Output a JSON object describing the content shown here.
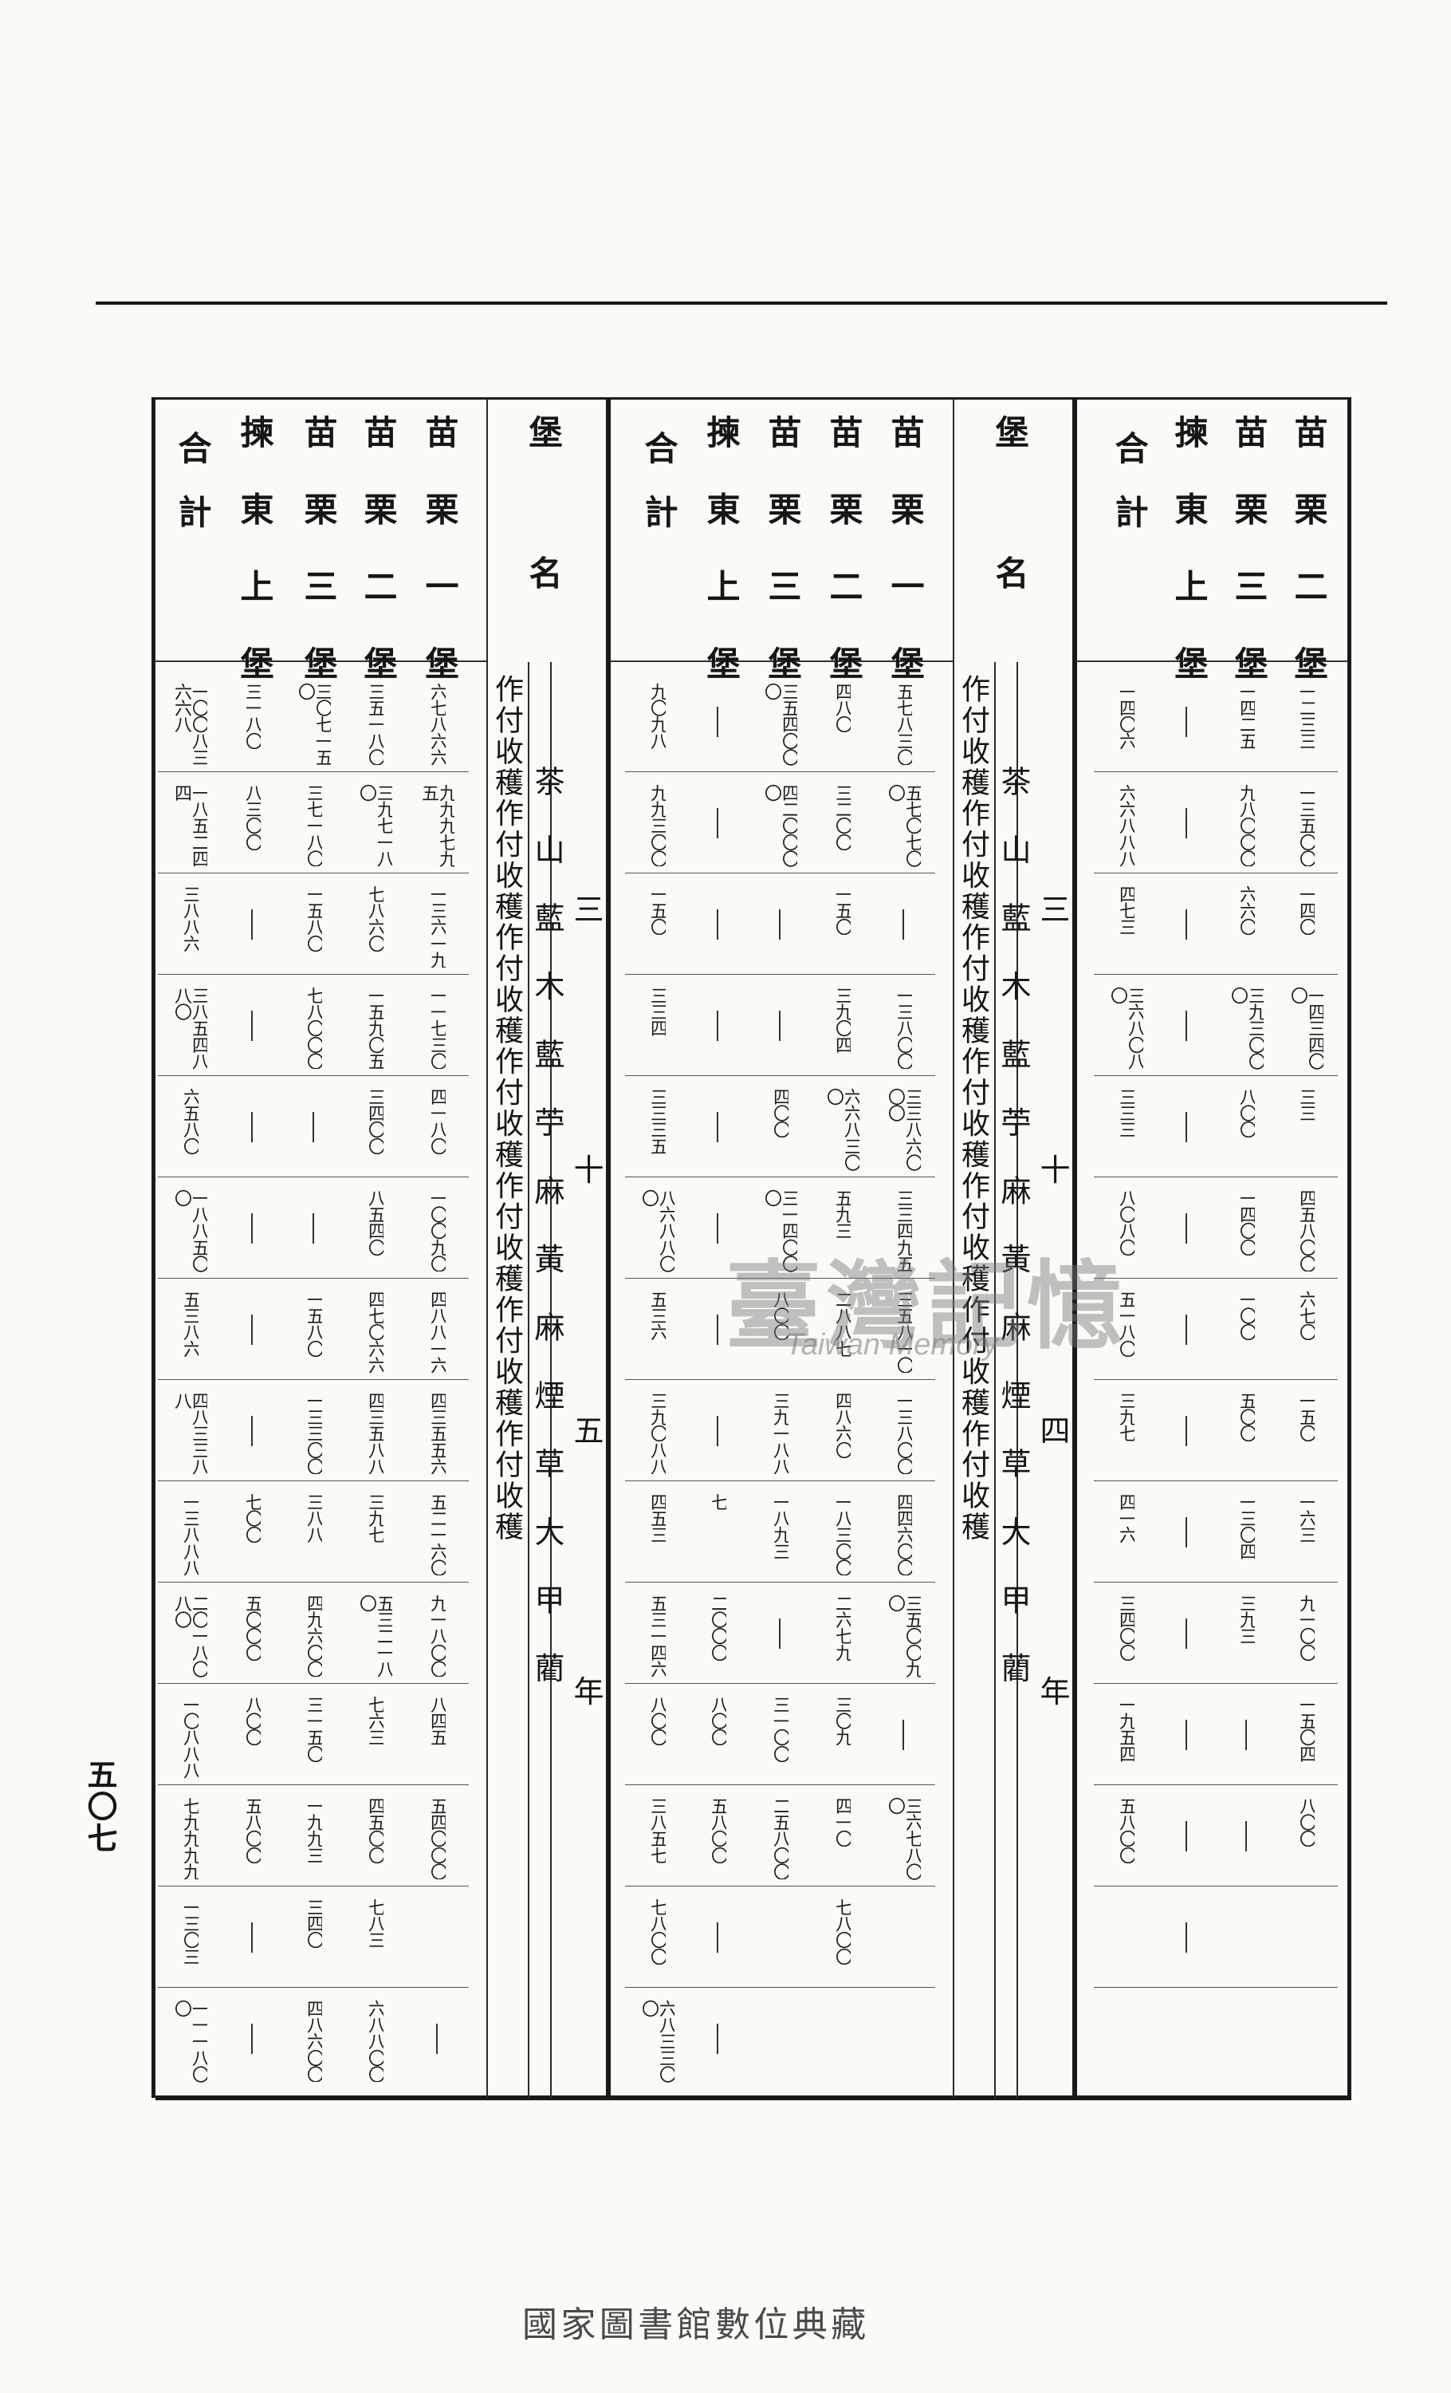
{
  "page_number": "五〇七",
  "watermark": {
    "logo": "臺灣記憶",
    "subtitle": "Taiwan Memory"
  },
  "footer_credit": "國家圖書館數位典藏",
  "header_labels": {
    "place_name": "堡名",
    "total": "合計",
    "b1": "苗栗一堡",
    "b2": "苗栗二堡",
    "b3": "苗栗三堡",
    "b4": "揀東上堡"
  },
  "crops_label": "茶山藍木藍苧麻黃麻煙草大甲藺",
  "activity_sequence": "作付收穫作付收穫作付收穫作付收穫作付收穫作付收穫作付收穫",
  "year_34": "三十四年",
  "year_35": "三十五年",
  "sections": [
    {
      "id": "year35",
      "rows": [
        {
          "label": "苗栗一堡",
          "cells": [
            "六七八六六",
            "九九九七九五",
            "一三六一九",
            "一一七三〇",
            "四一八〇",
            "一〇〇九〇",
            "四八八一六",
            "四三五五六",
            "五二一六〇",
            "九一八〇〇",
            "八四五",
            "五四〇〇〇",
            "",
            "一"
          ]
        },
        {
          "label": "苗栗二堡",
          "cells": [
            "三五一八〇",
            "三九七一八〇",
            "七八六〇",
            "一五九〇五",
            "三四〇〇",
            "八五四〇",
            "四七〇六六",
            "四三五八八",
            "三九七",
            "五三二一八〇",
            "七六三",
            "四五〇〇",
            "七八三",
            "六八八〇〇"
          ]
        },
        {
          "label": "苗栗三堡",
          "cells": [
            "三〇七一五〇",
            "三七一八〇",
            "一五八〇",
            "七八〇〇〇",
            "一",
            "一",
            "一五八〇",
            "一三三〇〇",
            "三八八",
            "四九六〇〇",
            "三一五〇",
            "一九九三",
            "三四〇",
            "四八六〇〇"
          ]
        },
        {
          "label": "揀東上堡",
          "cells": [
            "三一八〇",
            "八三〇〇",
            "一",
            "一",
            "一",
            "一",
            "一",
            "一",
            "七〇〇",
            "五〇〇〇",
            "八〇〇",
            "五八〇〇",
            "一",
            "一"
          ]
        },
        {
          "label": "合計",
          "cells": [
            "一〇〇八三六六八",
            "一八五二四四",
            "三八八六",
            "三八五四八八〇",
            "六五八〇",
            "一八八五〇〇",
            "五三八六",
            "四八三三八八",
            "一三八八八",
            "二〇一八〇八〇",
            "一〇八八八",
            "七九九九九",
            "一三〇三",
            "一一一八〇〇"
          ]
        }
      ]
    },
    {
      "id": "year34",
      "rows": [
        {
          "label": "苗栗一堡",
          "cells": [
            "五七八三〇",
            "五七〇七〇〇",
            "一",
            "一三八〇〇",
            "三三八六〇〇〇",
            "三三四九五",
            "三五八一〇",
            "一三八〇〇",
            "四四六〇〇",
            "三五〇〇九〇",
            "一",
            "三六七八〇〇"
          ]
        },
        {
          "label": "苗栗二堡",
          "cells": [
            "四八〇",
            "三二〇〇",
            "一五〇",
            "三九〇四",
            "六六八三〇〇",
            "五九三",
            "二八八七",
            "四八六〇",
            "一八三〇〇",
            "二六七九",
            "三〇九",
            "四一〇",
            "七八〇〇"
          ]
        },
        {
          "label": "苗栗三堡",
          "cells": [
            "三五四〇〇〇",
            "四二〇〇〇〇",
            "一",
            "一",
            "四〇〇",
            "三一四〇〇〇",
            "八〇〇",
            "三九一八八",
            "一八九三",
            "一",
            "三一〇〇",
            "二五八〇〇"
          ]
        },
        {
          "label": "揀東上堡",
          "cells": [
            "一",
            "一",
            "一",
            "一",
            "一",
            "一",
            "一",
            "一",
            "七",
            "二〇〇〇",
            "八〇〇",
            "五八〇〇",
            "一",
            "一"
          ]
        },
        {
          "label": "合計",
          "cells": [
            "九〇九八",
            "九九三〇〇",
            "一五〇",
            "三三四",
            "三三三五",
            "八六八八〇〇",
            "五三六",
            "三九〇八八",
            "四五三",
            "五三一四六",
            "八〇〇",
            "三八五七",
            "七八〇〇",
            "六八三三〇〇"
          ]
        }
      ]
    },
    {
      "id": "year33",
      "rows": [
        {
          "label": "苗栗二堡",
          "cells": [
            "一二三三",
            "一三五〇〇",
            "一四〇",
            "一四三四〇〇",
            "三三",
            "四五八〇〇",
            "六七〇",
            "一五〇",
            "一六三",
            "九一〇〇",
            "一五〇四",
            "八〇〇"
          ]
        },
        {
          "label": "苗栗三堡",
          "cells": [
            "一四二五",
            "九八〇〇〇",
            "六六〇",
            "三九三〇〇〇",
            "八〇〇",
            "一四〇〇",
            "一〇〇",
            "五〇〇",
            "一三〇四",
            "三九三",
            "一",
            "一"
          ]
        },
        {
          "label": "揀東上堡",
          "cells": [
            "一",
            "一",
            "一",
            "一",
            "一",
            "一",
            "一",
            "一",
            "一",
            "一",
            "一",
            "一",
            "一"
          ]
        },
        {
          "label": "合計",
          "cells": [
            "一四〇六",
            "六六八八八",
            "四七三",
            "三六八〇八〇",
            "三三三",
            "八〇八〇",
            "五一八〇",
            "三九七",
            "四一六",
            "三四〇〇",
            "一九五四",
            "五八〇〇"
          ]
        }
      ]
    }
  ]
}
